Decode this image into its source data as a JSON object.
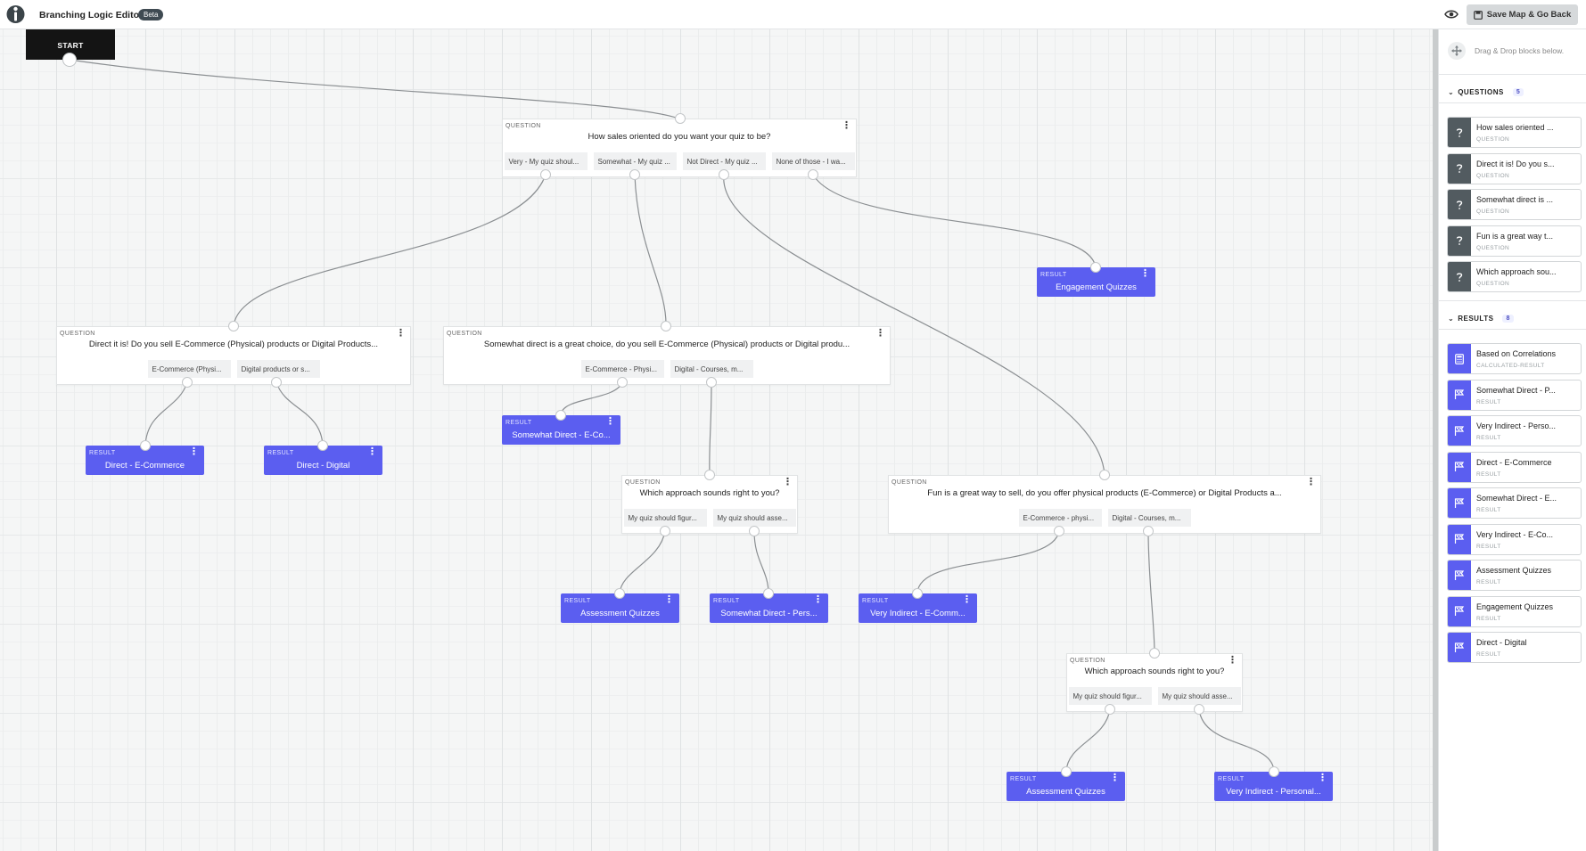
{
  "app": {
    "title": "Branching Logic Editor",
    "badge": "Beta"
  },
  "header": {
    "save_label": "Save Map & Go Back"
  },
  "canvas": {
    "start_label": "START",
    "question_kind": "QUESTION",
    "result_kind": "RESULT",
    "q1": {
      "text": "How sales oriented do you want your quiz to be?",
      "answers": [
        "Very - My quiz shoul...",
        "Somewhat - My quiz ...",
        "Not Direct - My quiz ...",
        "None of those - I wa..."
      ]
    },
    "q2": {
      "text": "Direct it is! Do you sell E-Commerce (Physical) products or Digital Products...",
      "answers": [
        "E-Commerce (Physi...",
        "Digital products or s..."
      ]
    },
    "q3": {
      "text": "Somewhat direct is a great choice, do you sell E-Commerce (Physical) products or Digital produ...",
      "answers": [
        "E-Commerce - Physi...",
        "Digital - Courses, m..."
      ]
    },
    "q4": {
      "text": "Which approach sounds right to you?",
      "answers": [
        "My quiz should figur...",
        "My quiz should asse..."
      ]
    },
    "q5": {
      "text": "Fun is a great way to sell, do you offer physical products (E-Commerce) or Digital Products a...",
      "answers": [
        "E-Commerce - physi...",
        "Digital - Courses, m..."
      ]
    },
    "q6": {
      "text": "Which approach sounds right to you?",
      "answers": [
        "My quiz should figur...",
        "My quiz should asse..."
      ]
    },
    "results": {
      "r_engagement": "Engagement Quizzes",
      "r_direct_ecom": "Direct - E-Commerce",
      "r_direct_digital": "Direct - Digital",
      "r_somewhat_ecom": "Somewhat Direct - E-Co...",
      "r_assessment1": "Assessment Quizzes",
      "r_somewhat_pers": "Somewhat Direct - Pers...",
      "r_very_ind_ecom": "Very Indirect - E-Comm...",
      "r_assessment2": "Assessment Quizzes",
      "r_very_ind_pers": "Very Indirect - Personal..."
    }
  },
  "panel": {
    "drag_hint": "Drag & Drop blocks below.",
    "questions_header": "QUESTIONS",
    "questions_count": "5",
    "questions": [
      {
        "label": "How sales oriented ...",
        "sub": "QUESTION"
      },
      {
        "label": "Direct it is! Do you s...",
        "sub": "QUESTION"
      },
      {
        "label": "Somewhat direct is ...",
        "sub": "QUESTION"
      },
      {
        "label": "Fun is a great way t...",
        "sub": "QUESTION"
      },
      {
        "label": "Which approach sou...",
        "sub": "QUESTION"
      }
    ],
    "results_header": "RESULTS",
    "results_count": "8",
    "results": [
      {
        "label": "Based on Correlations",
        "sub": "CALCULATED-RESULT",
        "icon": "calculator-icon"
      },
      {
        "label": "Somewhat Direct - P...",
        "sub": "RESULT",
        "icon": "flag-icon"
      },
      {
        "label": "Very Indirect - Perso...",
        "sub": "RESULT",
        "icon": "flag-icon"
      },
      {
        "label": "Direct - E-Commerce",
        "sub": "RESULT",
        "icon": "flag-icon"
      },
      {
        "label": "Somewhat Direct - E...",
        "sub": "RESULT",
        "icon": "flag-icon"
      },
      {
        "label": "Very Indirect - E-Co...",
        "sub": "RESULT",
        "icon": "flag-icon"
      },
      {
        "label": "Assessment Quizzes",
        "sub": "RESULT",
        "icon": "flag-icon"
      },
      {
        "label": "Engagement Quizzes",
        "sub": "RESULT",
        "icon": "flag-icon"
      },
      {
        "label": "Direct - Digital",
        "sub": "RESULT",
        "icon": "flag-icon"
      }
    ]
  },
  "colors": {
    "accent": "#5b5ef0",
    "question_icon": "#525b60",
    "start": "#141414"
  }
}
